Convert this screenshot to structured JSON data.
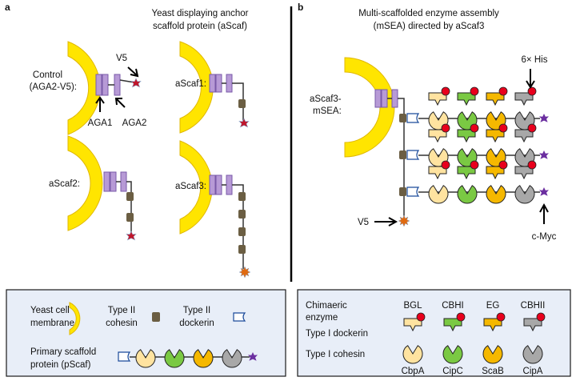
{
  "panel_a": {
    "letter": "a",
    "title_line1": "Yeast displaying anchor",
    "title_line2": "scaffold protein (aScaf)",
    "control_line1": "Control",
    "control_line2": "(AGA2-V5):",
    "v5": "V5",
    "aga1": "AGA1",
    "aga2": "AGA2",
    "ascaf1": "aScaf1:",
    "ascaf2": "aScaf2:",
    "ascaf3": "aScaf3:"
  },
  "panel_b": {
    "letter": "b",
    "title_line1": "Multi-scaffolded enzyme assembly",
    "title_line2": "(mSEA) directed by aScaf3",
    "label_line1": "aScaf3-",
    "label_line2": "mSEA:",
    "his": "6× His",
    "v5": "V5",
    "myc": "c-Myc"
  },
  "legend_left": {
    "membrane_line1": "Yeast cell",
    "membrane_line2": "membrane",
    "cohesin_line1": "Type II",
    "cohesin_line2": "cohesin",
    "dockerin_line1": "Type II",
    "dockerin_line2": "dockerin",
    "pscaf_line1": "Primary scaffold",
    "pscaf_line2": "protein (pScaf)"
  },
  "legend_right": {
    "chimeric_line1": "Chimaeric",
    "chimeric_line2": "enzyme",
    "dockerin_label": "Type I dockerin",
    "cohesin_label": "Type I cohesin",
    "enzymes": [
      "BGL",
      "CBHI",
      "EG",
      "CBHII"
    ],
    "cohesins": [
      "CbpA",
      "CipC",
      "ScaB",
      "CipA"
    ]
  },
  "colors": {
    "membrane": "#ffe500",
    "aga": "#b79ad6",
    "cohesin_ii": "#6b5e43",
    "tag_red": "#e8001c",
    "star_red": "#c0152a",
    "star_orange": "#e06a10",
    "purple_star": "#6b2fa0",
    "cbpa": "#ffe3a0",
    "cipc": "#7ac943",
    "scab": "#f5b800",
    "cipa": "#a8a8a8",
    "legend_bg": "#e8eef8"
  }
}
